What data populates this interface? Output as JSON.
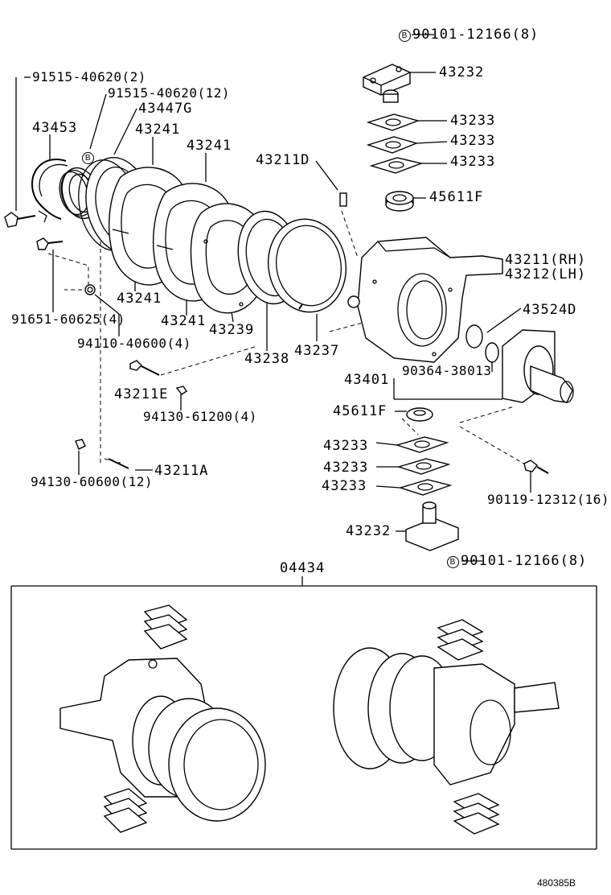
{
  "labels": {
    "bolt_top": "90101-12166(8)",
    "part_43232_top": "43232",
    "shim_1": "43233",
    "shim_2": "43233",
    "shim_3": "43233",
    "part_45611F_top": "45611F",
    "screw_2": "91515-40620(2)",
    "screw_12": "91515-40620(12)",
    "part_43447G": "43447G",
    "part_43453": "43453",
    "part_43241_a": "43241",
    "part_43241_b": "43241",
    "part_43211D": "43211D",
    "part_43211_rh": "43211(RH)",
    "part_43212_lh": "43212(LH)",
    "part_43241_c": "43241",
    "part_43241_d": "43241",
    "bolt_91651": "91651-60625(4)",
    "part_43239": "43239",
    "part_43524D": "43524D",
    "nut_94110": "94110-40600(4)",
    "part_43238": "43238",
    "part_43237": "43237",
    "part_43401": "43401",
    "bearing_90364": "90364-38013",
    "part_43211E": "43211E",
    "nut_94130_4": "94130-61200(4)",
    "part_45611F_bottom": "45611F",
    "shim_4": "43233",
    "shim_5": "43233",
    "shim_6": "43233",
    "nut_94130_12": "94130-60600(12)",
    "part_43211A": "43211A",
    "bolt_90119": "90119-12312(16)",
    "part_43232_bottom": "43232",
    "bolt_bottom": "90101-12166(8)",
    "kit_04434": "04434",
    "drawing_code": "480385B"
  },
  "b_mark": "B"
}
